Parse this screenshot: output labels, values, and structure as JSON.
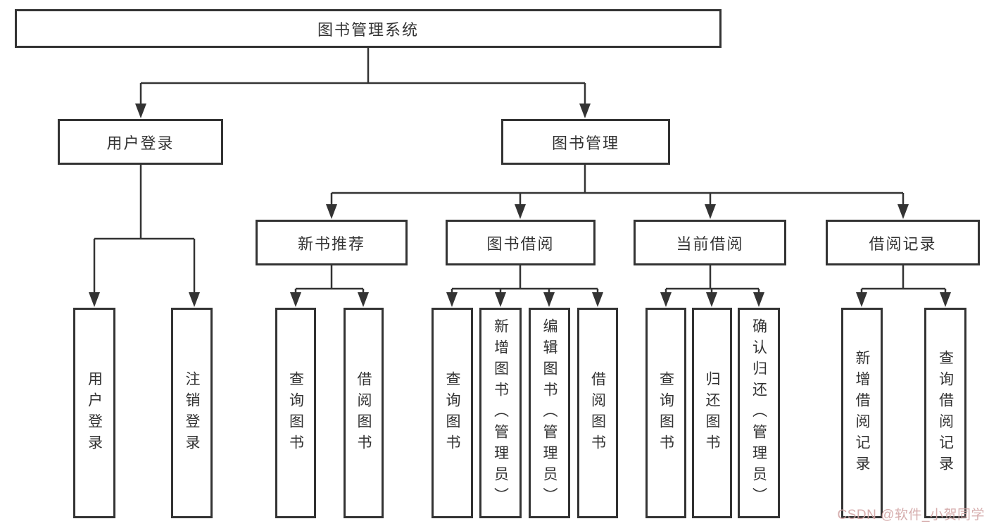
{
  "diagram": {
    "root": "图书管理系统",
    "level2": {
      "user_login": "用户登录",
      "book_mgmt": "图书管理"
    },
    "level3": {
      "new_books": "新书推荐",
      "book_borrow": "图书借阅",
      "current_borrow": "当前借阅",
      "borrow_records": "借阅记录"
    },
    "leaves": {
      "login": "用户登录",
      "logout": "注销登录",
      "nb_query": "查询图书",
      "nb_borrow": "借阅图书",
      "bb_query": "查询图书",
      "bb_add": "新增图书（管理员）",
      "bb_edit": "编辑图书（管理员）",
      "bb_borrow": "借阅图书",
      "cb_query": "查询图书",
      "cb_return": "归还图书",
      "cb_confirm": "确认归还（管理员）",
      "rec_add": "新增借阅记录",
      "rec_query": "查询借阅记录"
    }
  },
  "watermark": "CSDN @软件_小贺同学",
  "colors": {
    "line": "#333333",
    "text": "#333333",
    "background": "#ffffff",
    "watermark": "#d2a5a5"
  }
}
